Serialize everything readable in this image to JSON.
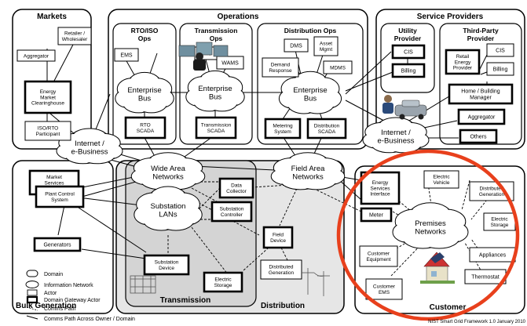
{
  "domains": {
    "markets": "Markets",
    "operations": "Operations",
    "service_providers": "Service Providers",
    "bulk_generation": "Bulk Generation",
    "transmission": "Transmission",
    "distribution": "Distribution",
    "customer": "Customer"
  },
  "sub_domains": {
    "rto_iso_ops": [
      "RTO/ISO",
      "Ops"
    ],
    "transmission_ops": [
      "Transmission",
      "Ops"
    ],
    "distribution_ops": "Distribution Ops",
    "utility_provider": [
      "Utility",
      "Provider"
    ],
    "third_party_provider": [
      "Third-Party",
      "Provider"
    ]
  },
  "clouds": {
    "enterprise_bus": [
      "Enterprise",
      "Bus"
    ],
    "internet_ebusiness": [
      "Internet /",
      "e-Business"
    ],
    "wide_area_networks": [
      "Wide Area",
      "Networks"
    ],
    "field_area_networks": [
      "Field Area",
      "Networks"
    ],
    "substation_lans": [
      "Substation",
      "LANs"
    ],
    "premises_networks": [
      "Premises",
      "Networks"
    ]
  },
  "actors": {
    "retailer_wholesaler": [
      "Retailer /",
      "Wholesaler"
    ],
    "aggregator": "Aggregator",
    "energy_market_clearinghouse": [
      "Energy",
      "Market",
      "Clearinghouse"
    ],
    "iso_rto_participant": [
      "ISO/RTO",
      "Participant"
    ],
    "ems": "EMS",
    "wams": "WAMS",
    "rto_scada": [
      "RTO",
      "SCADA"
    ],
    "transmission_scada": [
      "Transmission",
      "SCADA"
    ],
    "dms": "DMS",
    "asset_mgmt": [
      "Asset",
      "Mgmt"
    ],
    "demand_response": [
      "Demand",
      "Response"
    ],
    "mdms": "MDMS",
    "metering_system": [
      "Metering",
      "System"
    ],
    "distribution_scada": [
      "Distribution",
      "SCADA"
    ],
    "cis": "CIS",
    "billing": "Billing",
    "retail_energy_provider": [
      "Retail",
      "Energy",
      "Provider"
    ],
    "home_building_manager": [
      "Home / Building",
      "Manager"
    ],
    "others": "Others",
    "market_services_interface": [
      "Market",
      "Services",
      "Interface"
    ],
    "plant_control_system": [
      "Plant Control",
      "System"
    ],
    "generators": "Generators",
    "data_collector": [
      "Data",
      "Collector"
    ],
    "substation_controller": [
      "Substation",
      "Controller"
    ],
    "substation_device": [
      "Substation",
      "Device"
    ],
    "electric_storage": [
      "Electric",
      "Storage"
    ],
    "field_device": [
      "Field",
      "Device"
    ],
    "distributed_generation": [
      "Distributed",
      "Generation"
    ],
    "energy_services_interface": [
      "Energy",
      "Services",
      "Interface"
    ],
    "meter": "Meter",
    "electric_vehicle": [
      "Electric",
      "Vehicle"
    ],
    "appliances": "Appliances",
    "thermostat": "Thermostat",
    "customer_equipment": [
      "Customer",
      "Equipment"
    ],
    "customer_ems": [
      "Customer",
      "EMS"
    ]
  },
  "legend": {
    "domain": "Domain",
    "information_network": "Information Network",
    "actor": "Actor",
    "domain_gateway_actor": "Domain Gateway Actor",
    "comms_path": "Comms Path",
    "comms_path_across": "Comms Path Across Owner / Domain"
  },
  "footer": "NIST Smart Grid Framework 1.0 January 2010",
  "colors": {
    "domain_fill": "#ffffff",
    "transmission_fill": "#d4d4d4",
    "distribution_fill": "#e6e6e6",
    "highlight_ring": "#e8401c",
    "border": "#000000"
  }
}
